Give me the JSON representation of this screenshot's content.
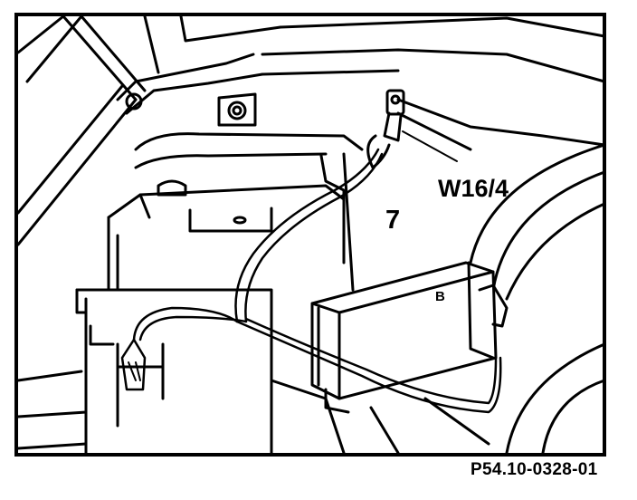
{
  "labels": {
    "connector": "W16/4",
    "module": "7",
    "module_mark": "B"
  },
  "figure_ref": "P54.10-0328-01",
  "colors": {
    "ink": "#000000",
    "paper": "#ffffff"
  }
}
